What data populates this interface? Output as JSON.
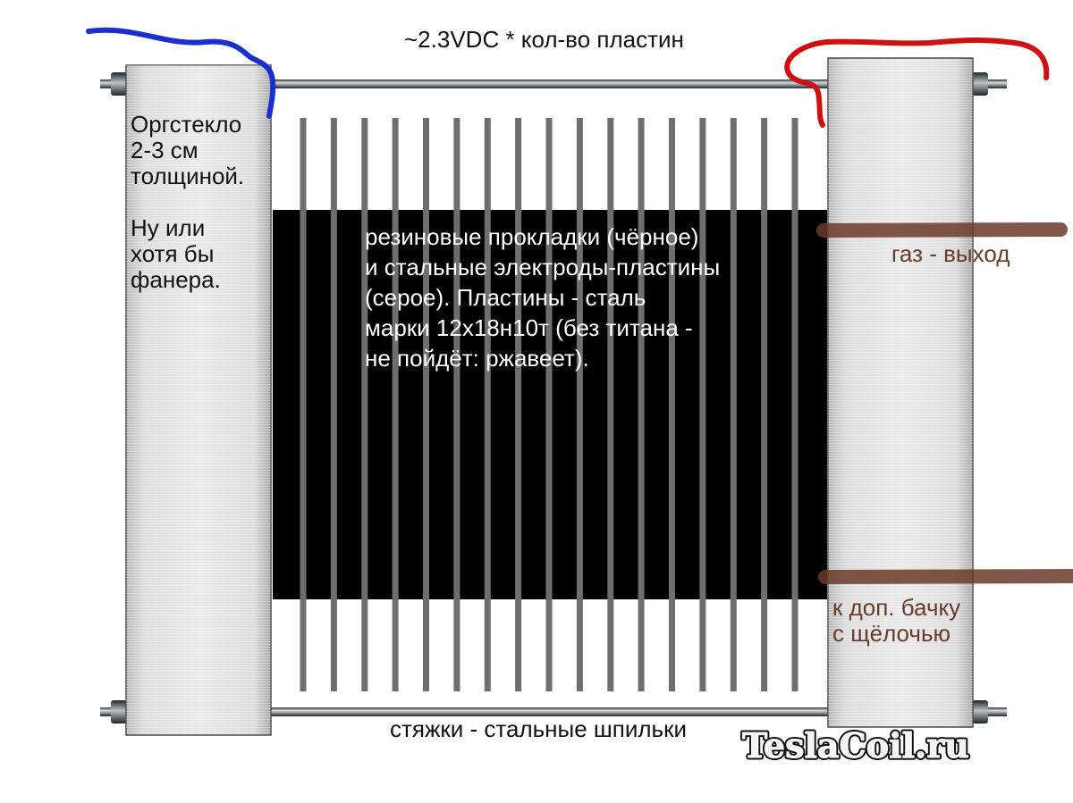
{
  "header": {
    "voltage_label": "~2.3VDC * кол-во пластин"
  },
  "left_panel": {
    "label": "Оргстекло\n2-3 см\nтолщиной.\n\nНу или\nхотя бы\nфанера."
  },
  "center": {
    "label": "резиновые прокладки (чёрное)\nи стальные электроды-пластины\n(серое). Пластины - сталь\nмарки 12х18н10т (без титана -\nне пойдёт: ржавеет)."
  },
  "right": {
    "gas_outlet_label": "газ - выход",
    "alkali_label": "к доп. бачку\nс щёлочью"
  },
  "footer": {
    "rods_label": "стяжки - стальные шпильки"
  },
  "logo": {
    "text": "TeslaCoil.ru"
  },
  "colors": {
    "negative_wire": "#1a2fd0",
    "positive_wire": "#d01010",
    "tube": "#6b3a2a",
    "gasket": "#000000",
    "plate": "#6e6e6e"
  },
  "plate_count": 17
}
